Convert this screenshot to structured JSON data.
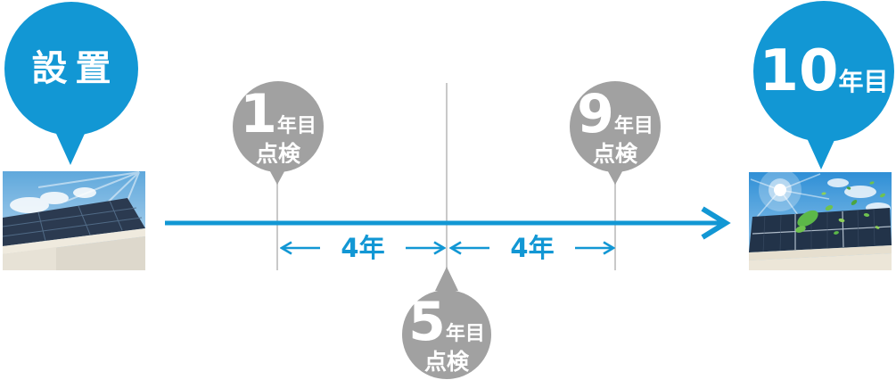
{
  "palette": {
    "accent_blue": "#1297d4",
    "balloon_gray": "#a1a1a1",
    "pointer_line_gray": "#c9c9c9",
    "text_white": "#ffffff"
  },
  "start_balloon": {
    "label": "設置"
  },
  "end_balloon": {
    "number": "10",
    "suffix": "年目"
  },
  "checkpoints": [
    {
      "number": "1",
      "suffix": "年目",
      "sub": "点検"
    },
    {
      "number": "5",
      "suffix": "年目",
      "sub": "点検"
    },
    {
      "number": "9",
      "suffix": "年目",
      "sub": "点検"
    }
  ],
  "intervals": [
    {
      "label": "4年"
    },
    {
      "label": "4年"
    }
  ],
  "photos": {
    "left": "house-solar-roof-photo",
    "right": "solar-panels-green-leaves-photo"
  }
}
